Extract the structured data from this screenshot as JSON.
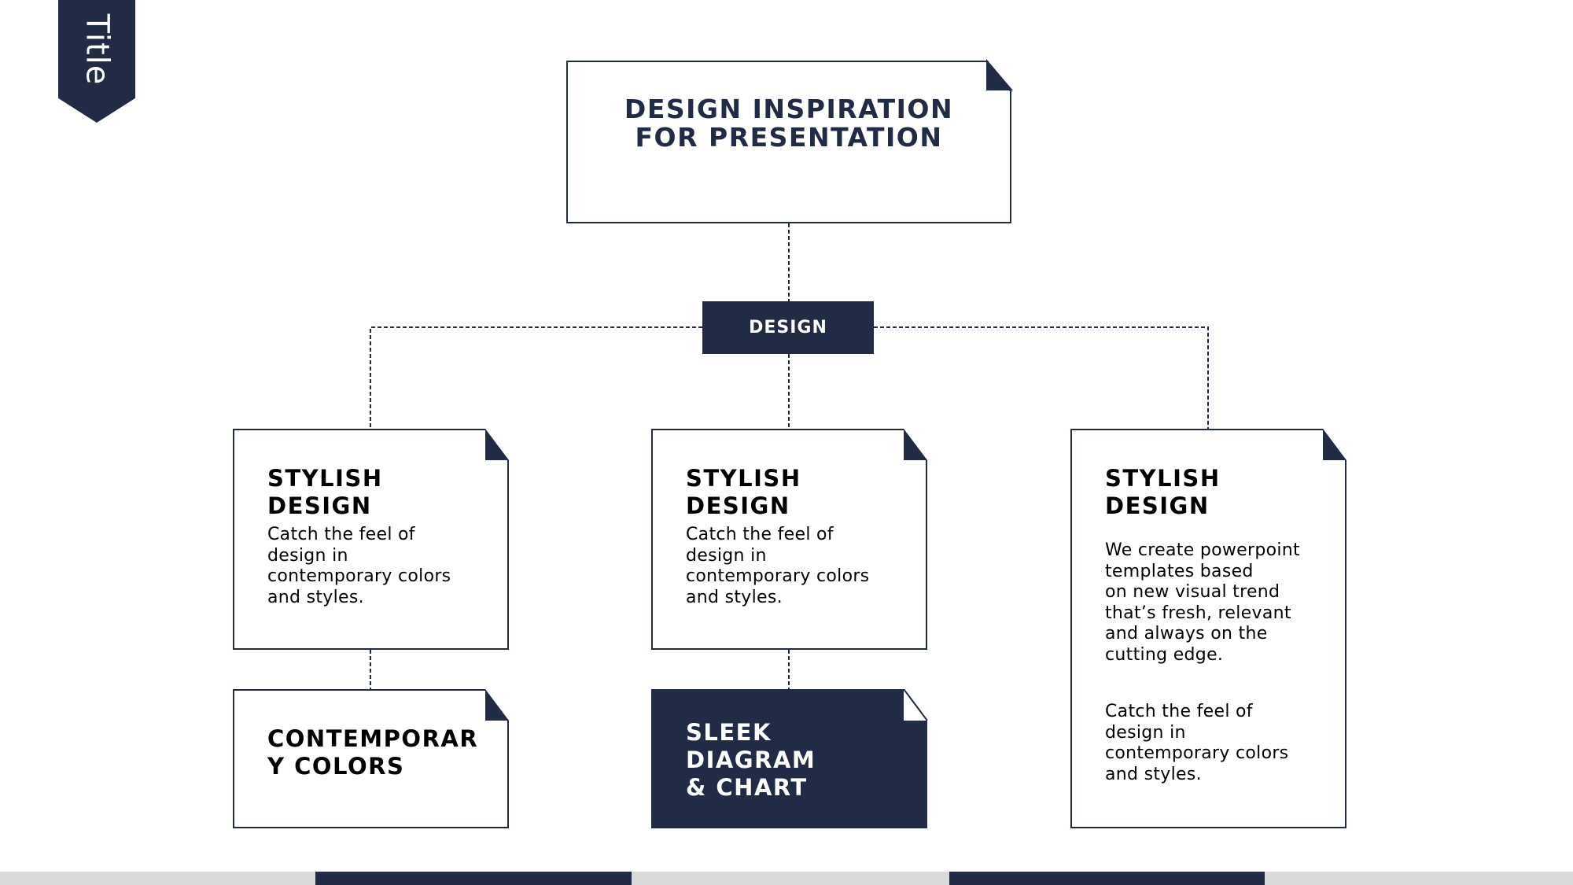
{
  "ribbon": {
    "label": "Title"
  },
  "top_box": {
    "title": "DESIGN INSPIRATION\nFOR PRESENTATION"
  },
  "design_tag": {
    "label": "DESIGN"
  },
  "cards": [
    {
      "title": "STYLISH\nDESIGN",
      "body": "Catch the feel of\ndesign in\ncontemporary colors\nand styles."
    },
    {
      "title": "STYLISH\nDESIGN",
      "body": "Catch the feel of\ndesign in\ncontemporary colors\nand styles."
    },
    {
      "title": "STYLISH\nDESIGN",
      "body": "We create powerpoint\ntemplates based\non new visual trend\nthat’s fresh, relevant\nand always on the\ncutting edge.",
      "body2": "Catch the feel of\ndesign in\ncontemporary colors\nand styles."
    },
    {
      "title": "CONTEMPORAR\nY COLORS"
    },
    {
      "title": "SLEEK\nDIAGRAM\n& CHART"
    }
  ],
  "colors": {
    "navy": "#222b46",
    "bar_gray": "#d9d9d9",
    "white": "#ffffff"
  }
}
